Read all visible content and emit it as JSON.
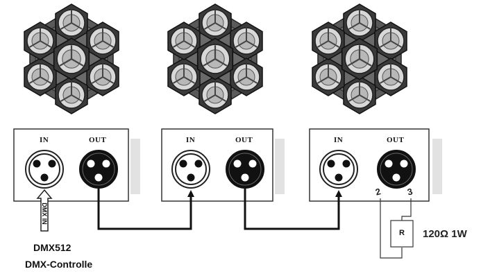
{
  "fixtures": [
    {
      "in_label": "IN",
      "out_label": "OUT"
    },
    {
      "in_label": "IN",
      "out_label": "OUT"
    },
    {
      "in_label": "IN",
      "out_label": "OUT"
    }
  ],
  "dmx_input_arrow_label": "DMX IN",
  "controller": {
    "line1": "DMX512",
    "line2": "DMX-Controlle"
  },
  "terminator": {
    "resistor_letter": "R",
    "value": "120Ω 1W",
    "pin_left": "2",
    "pin_right": "3"
  }
}
